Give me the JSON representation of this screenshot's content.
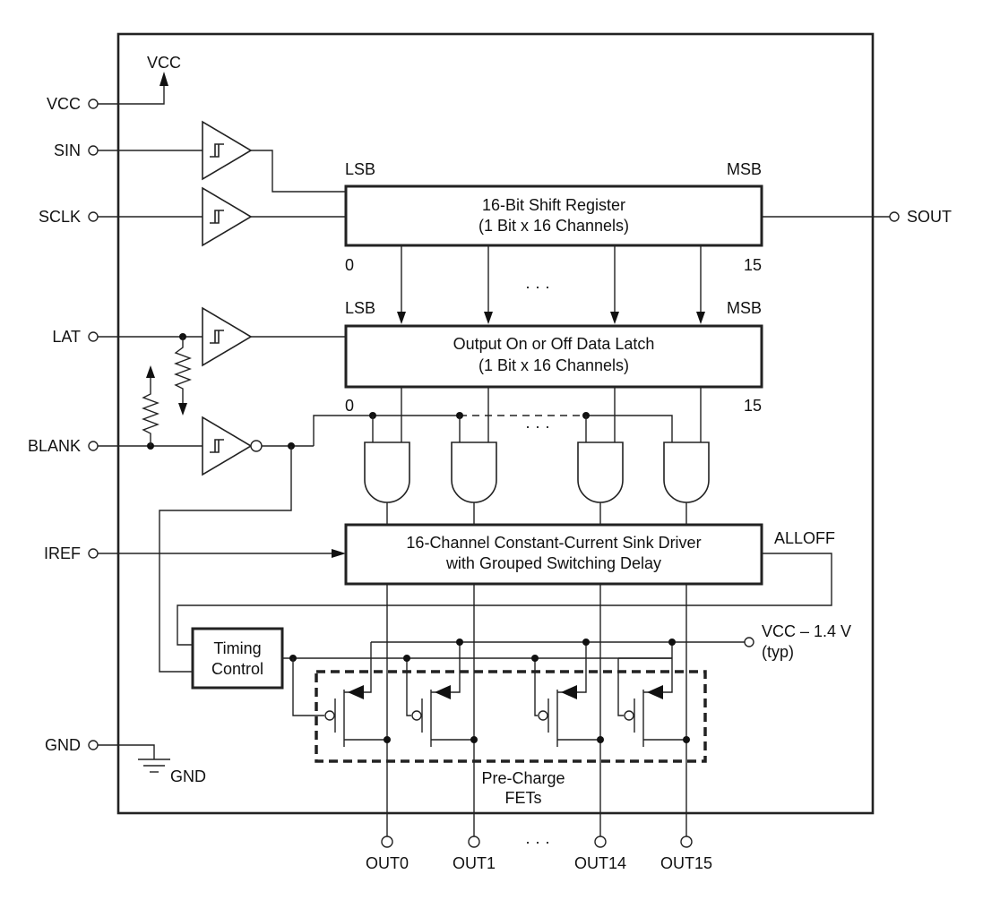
{
  "pins_left": {
    "vcc": "VCC",
    "sin": "SIN",
    "sclk": "SCLK",
    "lat": "LAT",
    "blank": "BLANK",
    "iref": "IREF",
    "gnd": "GND"
  },
  "pins_right": {
    "sout": "SOUT",
    "vcc_precharge_line1": "VCC – 1.4 V",
    "vcc_precharge_line2": "(typ)"
  },
  "internal_labels": {
    "vcc_supply": "VCC",
    "gnd_symbol": "GND",
    "alloff": "ALLOFF",
    "ellipsis": "· · ·"
  },
  "shift_register": {
    "title": "16-Bit Shift Register",
    "subtitle": "(1 Bit x 16 Channels)",
    "lsb": "LSB",
    "msb": "MSB",
    "bit_first": "0",
    "bit_last": "15"
  },
  "data_latch": {
    "title": "Output On or Off Data Latch",
    "subtitle": "(1 Bit x 16 Channels)",
    "lsb": "LSB",
    "msb": "MSB",
    "bit_first": "0",
    "bit_last": "15"
  },
  "sink_driver": {
    "title": "16-Channel Constant-Current Sink Driver",
    "subtitle": "with Grouped Switching Delay"
  },
  "timing_control": {
    "line1": "Timing",
    "line2": "Control"
  },
  "precharge_fets": {
    "line1": "Pre-Charge",
    "line2": "FETs"
  },
  "outputs": [
    "OUT0",
    "OUT1",
    "OUT14",
    "OUT15"
  ]
}
